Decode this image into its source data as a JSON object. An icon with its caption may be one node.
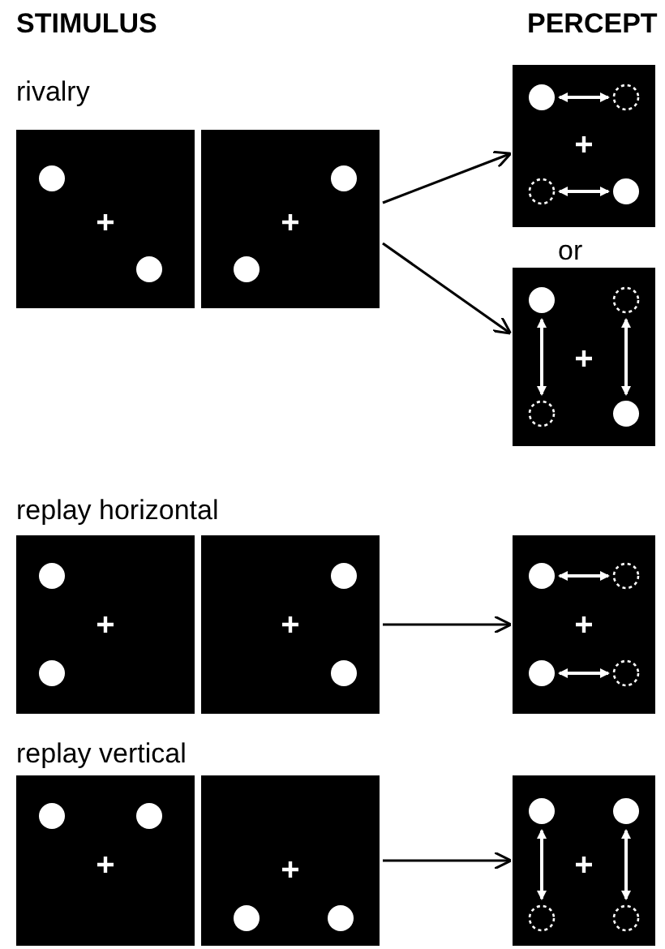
{
  "diagram": {
    "nodes": [
      {
        "text": [],
        "shape": "box"
      },
      {
        "text": [],
        "shape": "box"
      },
      {
        "text": [],
        "shape": "box"
      },
      {
        "text": [],
        "shape": "box"
      },
      {
        "text": [],
        "shape": "box"
      },
      {
        "text": [],
        "shape": "box"
      },
      {
        "text": [],
        "shape": "box"
      },
      {
        "text": [],
        "shape": "box"
      },
      {
        "text": [],
        "shape": "box"
      },
      {
        "text": [],
        "shape": "box"
      }
    ],
    "edges": [
      {
        "from": 1,
        "to": 2,
        "arrow": "to"
      },
      {
        "from": 1,
        "to": 3,
        "arrow": "to"
      },
      {
        "from": 5,
        "to": 6,
        "arrow": "to"
      },
      {
        "from": 8,
        "to": 9,
        "arrow": "to"
      }
    ],
    "labels": [
      "STIMULUS",
      "PERCEPT",
      "rivalry",
      "or",
      "replay horizontal",
      "replay vertical"
    ]
  }
}
